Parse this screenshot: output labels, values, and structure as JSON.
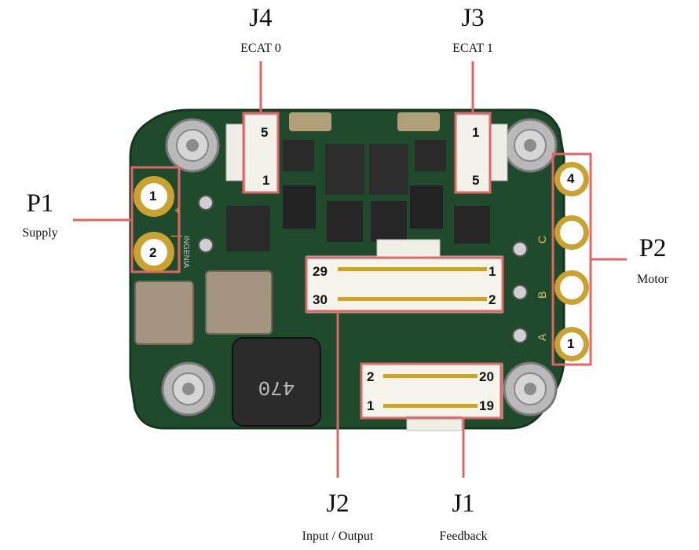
{
  "connectors": {
    "j4": {
      "name": "J4",
      "label": "ECAT 0",
      "pin_top": "5",
      "pin_bottom": "1"
    },
    "j3": {
      "name": "J3",
      "label": "ECAT 1",
      "pin_top": "1",
      "pin_bottom": "5"
    },
    "p1": {
      "name": "P1",
      "label": "Supply",
      "pin_top": "1",
      "pin_bottom": "2"
    },
    "p2": {
      "name": "P2",
      "label": "Motor",
      "pin_top": "4",
      "pin_bottom": "1"
    },
    "j2": {
      "name": "J2",
      "label": "Input / Output",
      "pins": [
        "29",
        "1",
        "30",
        "2"
      ]
    },
    "j1": {
      "name": "J1",
      "label": "Feedback",
      "pins": [
        "2",
        "20",
        "1",
        "19"
      ]
    }
  },
  "board": {
    "silkscreen": {
      "brand": "INGENIA",
      "phase_a": "A",
      "phase_b": "B",
      "phase_c": "C",
      "plus": "+",
      "minus": "—"
    },
    "inductor_marking": "470"
  },
  "colors": {
    "callout": "#e06666",
    "pcb": "#1f4a2c",
    "pcb_edge": "#16371f",
    "gold": "#c9a232"
  }
}
